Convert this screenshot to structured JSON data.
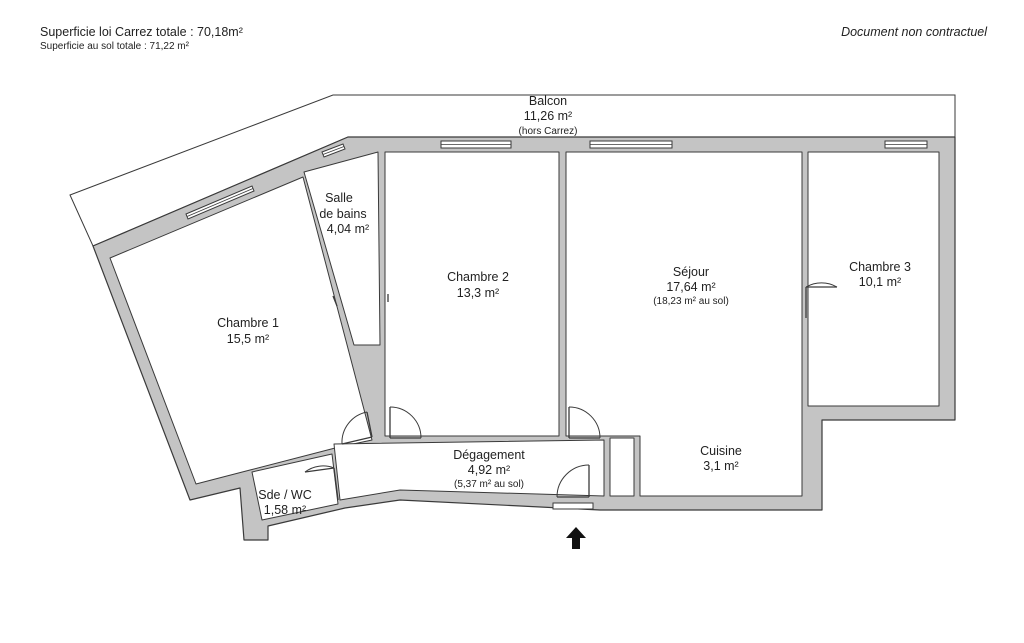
{
  "header": {
    "total_carrez": "Superficie loi Carrez totale :  70,18m²",
    "total_sol": "Superficie au sol totale :  71,22 m²",
    "disclaimer": "Document non contractuel"
  },
  "rooms": {
    "balcon": {
      "name": "Balcon",
      "area": "11,26 m²",
      "note": "(hors Carrez)"
    },
    "salle_de_bains": {
      "name_line1": "Salle",
      "name_line2": "de bains",
      "area": "4,04 m²"
    },
    "chambre1": {
      "name": "Chambre 1",
      "area": "15,5 m²"
    },
    "chambre2": {
      "name": "Chambre 2",
      "area": "13,3 m²"
    },
    "sejour": {
      "name": "Séjour",
      "area": "17,64 m²",
      "note": "(18,23 m² au sol)"
    },
    "chambre3": {
      "name": "Chambre 3",
      "area": "10,1 m²"
    },
    "cuisine": {
      "name": "Cuisine",
      "area": "3,1 m²"
    },
    "degagement": {
      "name": "Dégagement",
      "area": "4,92 m²",
      "note": "(5,37 m² au sol)"
    },
    "sde_wc": {
      "name": "Sde /  WC",
      "area": "1,58 m²"
    }
  },
  "icons": {
    "entrance": "entrance-arrow-icon"
  },
  "colors": {
    "wall": "#c4c4c4",
    "line": "#3a3a3a",
    "background": "#ffffff"
  }
}
